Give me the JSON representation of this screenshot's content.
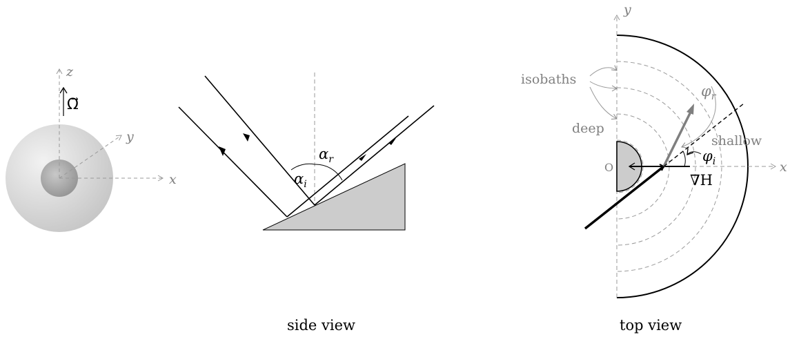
{
  "sphere_panel": {
    "axis_x": "x",
    "axis_y": "y",
    "axis_z": "z",
    "rotation_symbol": "Ω⃗"
  },
  "side_view": {
    "caption": "side view",
    "angle_incident": "α",
    "angle_incident_sub": "i",
    "angle_reflected": "α",
    "angle_reflected_sub": "r"
  },
  "top_view": {
    "caption": "top view",
    "axis_x": "x",
    "axis_y": "y",
    "origin_label": "O",
    "isobaths_label": "isobaths",
    "deep_label": "deep",
    "shallow_label": "shallow",
    "phi_r": "φ",
    "phi_r_sub": "r",
    "phi_i": "φ",
    "phi_i_sub": "i",
    "gradient_label": "∇H"
  },
  "colors": {
    "ink": "#000000",
    "gray_text": "#808080",
    "gray_arrow": "#7f7f7f",
    "shape_fill": "#cccccc",
    "dashed": "#999999"
  }
}
